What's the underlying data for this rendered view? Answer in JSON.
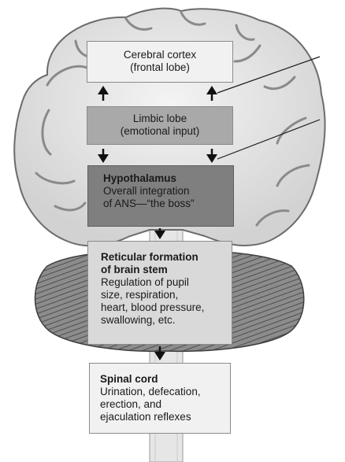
{
  "diagram": {
    "cortex": {
      "lines": [
        "Cerebral cortex",
        "(frontal lobe)"
      ]
    },
    "limbic": {
      "lines": [
        "Limbic lobe",
        "(emotional input)"
      ]
    },
    "hypothalamus": {
      "title": "Hypothalamus",
      "lines": [
        "Overall integration",
        "of ANS—“the boss”"
      ]
    },
    "reticular": {
      "title_lines": [
        "Reticular formation",
        "of brain stem"
      ],
      "lines": [
        "Regulation of pupil",
        "size, respiration,",
        "heart, blood pressure,",
        "swallowing, etc."
      ]
    },
    "spinal": {
      "title": "Spinal cord",
      "lines": [
        "Urination, defecation,",
        "erection, and",
        "ejaculation reflexes"
      ]
    }
  }
}
